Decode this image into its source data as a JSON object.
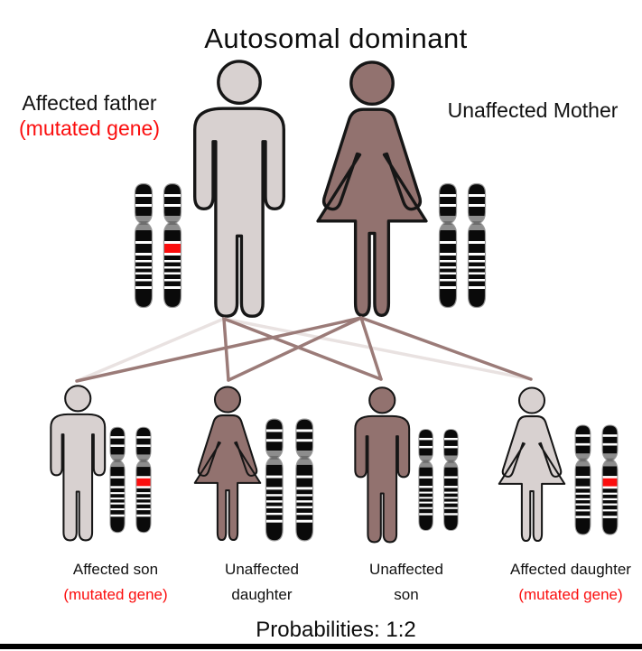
{
  "title": "Autosomal dominant",
  "colors": {
    "affected": "#d8d1d0",
    "unaffected": "#92726f",
    "mutation_red": "#fb0e0e",
    "line_affected": "#e9e2e1",
    "line_unaffected": "#9b7b78",
    "chromosome_band": "#0a0a0a",
    "centromere_gray": "#8d8d8d"
  },
  "parents": {
    "father": {
      "label": "Affected father",
      "sublabel": "(mutated gene)"
    },
    "mother": {
      "label": "Unaffected Mother"
    }
  },
  "children": [
    {
      "line1": "Affected son",
      "sublabel": "(mutated gene)"
    },
    {
      "line1": "Unaffected",
      "line2": "daughter"
    },
    {
      "line1": "Unaffected",
      "line2": "son"
    },
    {
      "line1": "Affected daughter",
      "sublabel": "(mutated gene)"
    }
  ],
  "footer": {
    "probabilities": "Probabilities: 1:2"
  }
}
